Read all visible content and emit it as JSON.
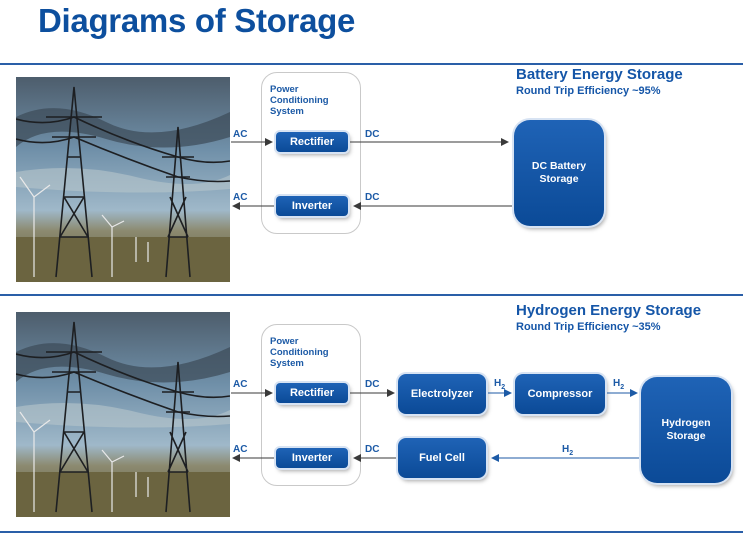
{
  "title": "Diagrams of Storage",
  "battery": {
    "title": "Battery Energy Storage",
    "efficiency": "Round Trip Efficiency ~95%",
    "pcs_label": "Power Conditioning System",
    "rectifier": "Rectifier",
    "inverter": "Inverter",
    "storage": "DC Battery Storage",
    "ac_in": "AC",
    "ac_out": "AC",
    "dc_out": "DC",
    "dc_in": "DC"
  },
  "hydrogen": {
    "title": "Hydrogen Energy Storage",
    "efficiency": "Round Trip Efficiency ~35%",
    "pcs_label": "Power Conditioning System",
    "rectifier": "Rectifier",
    "inverter": "Inverter",
    "electrolyzer": "Electrolyzer",
    "compressor": "Compressor",
    "fuel_cell": "Fuel Cell",
    "storage": "Hydrogen Storage",
    "ac_in": "AC",
    "ac_out": "AC",
    "dc_out": "DC",
    "dc_in": "DC",
    "h2_symbol": "H",
    "h2_subscript": "2"
  },
  "colors": {
    "accent": "#0d4f9e",
    "box": "#1256a8",
    "rule": "#2a5fa8"
  }
}
